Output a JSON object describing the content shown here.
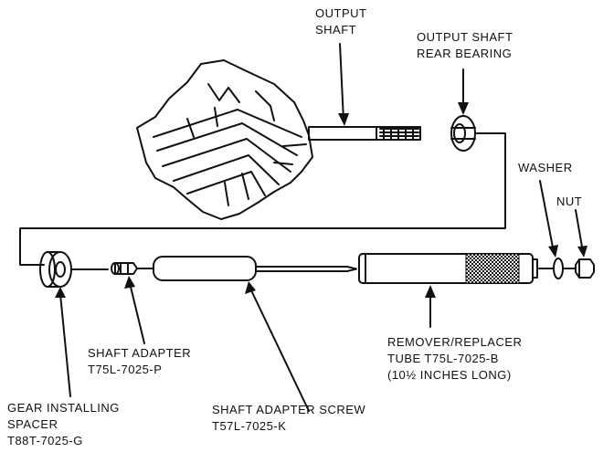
{
  "labels": {
    "output_shaft": [
      "OUTPUT",
      "SHAFT"
    ],
    "rear_bearing": [
      "OUTPUT SHAFT",
      "REAR BEARING"
    ],
    "washer": [
      "WASHER"
    ],
    "nut": [
      "NUT"
    ],
    "remover_tube": [
      "REMOVER/REPLACER",
      "TUBE T75L-7025-B",
      "(10½ INCHES LONG)"
    ],
    "shaft_adapter": [
      "SHAFT ADAPTER",
      "T75L-7025-P"
    ],
    "shaft_adapter_screw": [
      "SHAFT ADAPTER SCREW",
      "T57L-7025-K"
    ],
    "gear_spacer": [
      "GEAR INSTALLING",
      "SPACER",
      "T88T-7025-G"
    ]
  },
  "colors": {
    "ink": "#111111",
    "paper": "#ffffff"
  }
}
